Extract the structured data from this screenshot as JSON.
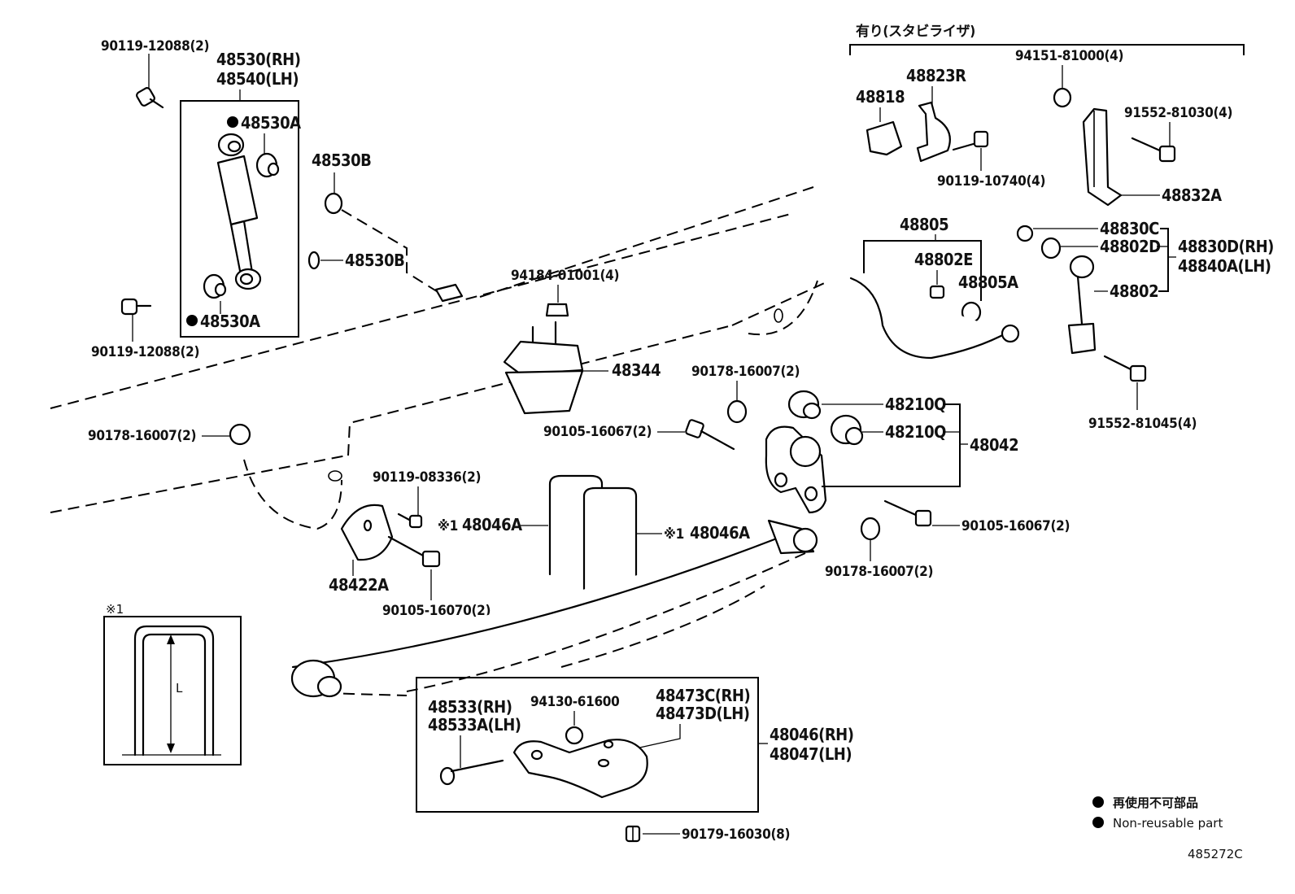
{
  "diagram": {
    "stabilizer_header": "有り(スタビライザ)",
    "figure_code": "485272C",
    "labels": {
      "p90119_12088_top": "90119-12088(2)",
      "p48530_rh": "48530(RH)",
      "p48540_lh": "48540(LH)",
      "p48530a_top": "48530A",
      "p48530a_bottom": "48530A",
      "p90119_12088_bottom": "90119-12088(2)",
      "p48530b_upper": "48530B",
      "p48530b_lower": "48530B",
      "p94184_01001": "94184-01001(4)",
      "p48344": "48344",
      "p90178_16007_left": "90178-16007(2)",
      "p90178_16007_mid": "90178-16007(2)",
      "p90105_16067_mid": "90105-16067(2)",
      "p90119_08336": "90119-08336(2)",
      "p48046a_left": "48046A",
      "p48046a_right": "48046A",
      "p48422a": "48422A",
      "p90105_16070": "90105-16070(2)",
      "p48818": "48818",
      "p48823r": "48823R",
      "p90119_10740": "90119-10740(4)",
      "p94151_81000": "94151-81000(4)",
      "p91552_81030": "91552-81030(4)",
      "p48832a": "48832A",
      "p48805": "48805",
      "p48802e": "48802E",
      "p48805a": "48805A",
      "p48830c": "48830C",
      "p48802d": "48802D",
      "p48830d_rh": "48830D(RH)",
      "p48840a_lh": "48840A(LH)",
      "p48802": "48802",
      "p91552_81045": "91552-81045(4)",
      "p48210q_upper": "48210Q",
      "p48210q_lower": "48210Q",
      "p48042": "48042",
      "p90105_16067_right": "90105-16067(2)",
      "p90178_16007_right": "90178-16007(2)",
      "p48533_rh": "48533(RH)",
      "p48533a_lh": "48533A(LH)",
      "p94130_61600": "94130-61600",
      "p48473c_rh": "48473C(RH)",
      "p48473d_lh": "48473D(LH)",
      "p48046_rh": "48046(RH)",
      "p48047_lh": "48047(LH)",
      "p90179_16030": "90179-16030(8)"
    },
    "ref_mark": "※1",
    "inset": {
      "title": "※1",
      "dimension": "L"
    },
    "legend": {
      "jp": "再使用不可部品",
      "en": "Non-reusable part"
    }
  }
}
